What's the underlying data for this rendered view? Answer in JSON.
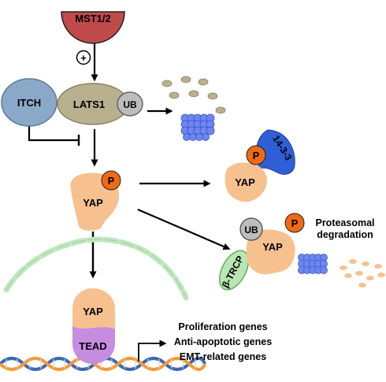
{
  "nodes": {
    "mst": "MST1/2",
    "plus": "+",
    "itch": "ITCH",
    "lats1": "LATS1",
    "ub1": "UB",
    "p_top": "P",
    "yap_left": "YAP",
    "p_mid": "P",
    "yap_mid": "YAP",
    "protein_1433": "14-3-3",
    "ub2": "UB",
    "p_lower": "P",
    "yap_lower": "YAP",
    "btrcp": "β-TRCP",
    "yap_nucleus": "YAP",
    "tead": "TEAD"
  },
  "labels": {
    "degradation_line1": "Proteasomal",
    "degradation_line2": "degradation",
    "genes": [
      "Proliferation genes",
      "Anti-apoptotic genes",
      "EMT-related genes"
    ]
  },
  "colors": {
    "mst": "#c14a4a",
    "itch": "#8aa9c9",
    "lats1": "#b9b08e",
    "ub": "#bdbdbd",
    "yap": "#f7c18f",
    "phospho": "#f06a13",
    "protein_1433": "#2f5fd6",
    "btrcp": "#b9e6b2",
    "tead": "#c58ce0",
    "fragment_tan": "#b9b08e",
    "fragment_orange": "#f7c18f",
    "proteasome": "#6e86f0",
    "nuclear_membrane": "#bfe7be",
    "dna_orange": "#f39a3a",
    "dna_blue": "#3b68b0"
  }
}
